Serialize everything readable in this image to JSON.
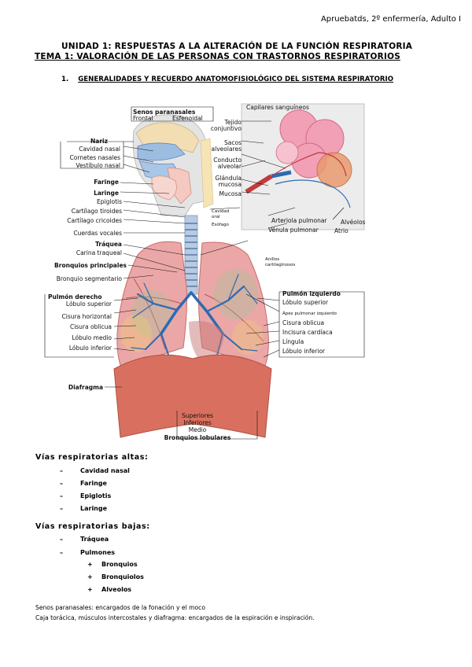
{
  "header": {
    "right_text": "Apruebatds, 2º enfermería, Adulto I"
  },
  "titles": {
    "unit": "UNIDAD 1: RESPUESTAS A LA ALTERACIÓN DE LA FUNCIÓN RESPIRATORIA",
    "theme": "TEMA 1: VALORACIÓN DE LAS PERSONAS CON TRASTORNOS RESPIRATORIOS",
    "section_num": "1.",
    "section": "GENERALIDADES Y RECUERDO ANATOMOFISIOLÓGICO DEL SISTEMA RESPIRATORIO"
  },
  "figure": {
    "senos": "Senos paranasales",
    "frontal": "Frontal",
    "esfenoidal": "Esfenoidal",
    "nariz": "Nariz",
    "cavidad_nasal": "Cavidad nasal",
    "cornetes": "Cornetes nasales",
    "vestibulo": "Vestíbulo nasal",
    "faringe": "Faringe",
    "laringe": "Laringe",
    "epiglotis": "Epiglotis",
    "tiroides": "Cartílago tiroides",
    "cricoides": "Cartílago cricoides",
    "cuerdas": "Cuerdas vocales",
    "traquea": "Tráquea",
    "carina": "Carina traqueal",
    "bronquios_principales": "Bronquios principales",
    "bronquio_segmentario": "Bronquio segmentario",
    "pulmon_derecho": "Pulmón derecho",
    "lobulo_superior_d": "Lóbulo superior",
    "cisura_horizontal": "Cisura horizontal",
    "cisura_oblicua_d": "Cisura oblicua",
    "lobulo_medio": "Lóbulo medio",
    "lobulo_inferior_d": "Lóbulo inferior",
    "diafragma": "Diafragma",
    "capilares": "Capilares sanguíneos",
    "tejido1": "Tejido",
    "tejido2": "conjuntivo",
    "sacos1": "Sacos",
    "sacos2": "alveolares",
    "conducto1": "Conducto",
    "conducto2": "alveolar",
    "glandula1": "Glándula",
    "glandula2": "mucosa",
    "mucosa": "Mucosa",
    "cavidad_oral1": "Cavidad",
    "cavidad_oral2": "oral",
    "esofago": "Esófago",
    "arteriola": "Arteriola pulmonar",
    "venula": "Vénula pulmonar",
    "alveolos": "Alvéolos",
    "atrio": "Atrio",
    "anillos1": "Anillos",
    "anillos2": "cartilaginosos",
    "pulmon_izquierdo": "Pulmón izquierdo",
    "lobulo_superior_i": "Lóbulo superior",
    "apex": "Ápex pulmonar izquierdo",
    "cisura_oblicua_i": "Cisura oblicua",
    "incisura": "Incisura cardíaca",
    "lingula": "Língula",
    "lobulo_inferior_i": "Lóbulo inferior",
    "superiores": "Superiores",
    "inferiores": "Inferiores",
    "medio": "Medio",
    "bronquios_lobulares": "Bronquios lobulares"
  },
  "altas": {
    "heading": "Vías respiratorias altas:",
    "bullet": "–",
    "items": [
      "Cavidad nasal",
      "Faringe",
      "Epiglotis",
      "Laringe"
    ]
  },
  "bajas": {
    "heading": "Vías respiratorias bajas:",
    "bullet": "–",
    "items": [
      "Tráquea",
      "Pulmones"
    ],
    "sub_bullet": "+",
    "sub_items": [
      "Bronquios",
      "Bronquiolos",
      "Alveolos"
    ]
  },
  "notes": [
    "Senos paranasales: encargados de la fonación y el moco",
    "Caja torácica, músculos intercostales y diafragma: encargados de la espiración e inspiración."
  ],
  "colors": {
    "lung": "#e79b9b",
    "lung_dark": "#c24a4a",
    "diaphragm": "#d86a5e",
    "bronchi": "#2e6ab1",
    "trachea": "#9fb8d6",
    "alveoli": "#ee8fa6",
    "head_gray": "#d2d2d2"
  }
}
